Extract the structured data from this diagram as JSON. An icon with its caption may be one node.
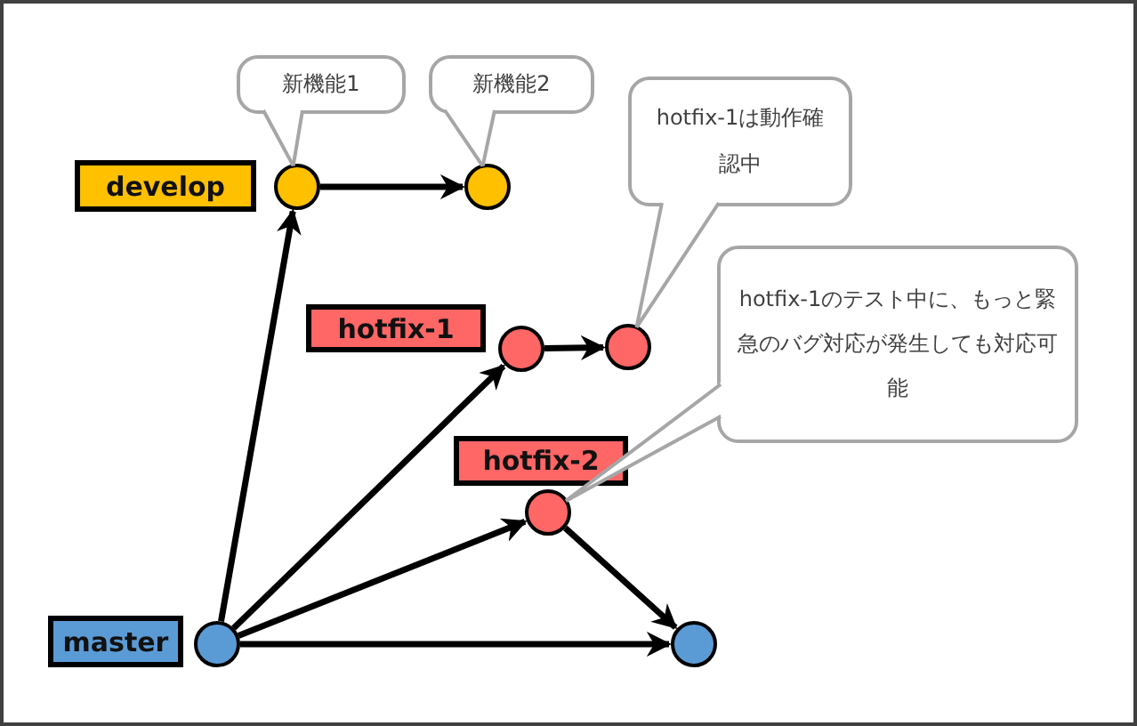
{
  "diagram": {
    "nodes": [
      {
        "text": [
          "新機能1"
        ]
      },
      {
        "text": [
          "新機能2"
        ]
      },
      {
        "text": [
          "hotfix-1は動作確認中"
        ]
      },
      {
        "text": [
          "develop"
        ]
      },
      {
        "text": [],
        "shape": "circle"
      },
      {
        "text": [],
        "shape": "circle"
      },
      {
        "text": [
          "hotfix-1のテスト中に、もっと緊急のバグ対応が発生しても対応可能"
        ]
      },
      {
        "text": [
          "hotfix-1"
        ]
      },
      {
        "text": [],
        "shape": "circle"
      },
      {
        "text": [],
        "shape": "circle"
      },
      {
        "text": [
          "hotfix-2"
        ]
      },
      {
        "text": [],
        "shape": "circle"
      },
      {
        "text": [
          "master"
        ]
      },
      {
        "text": [],
        "shape": "circle"
      },
      {
        "text": [],
        "shape": "circle"
      }
    ],
    "edges": [
      {
        "from": 13,
        "to": 4,
        "arrow": "to"
      },
      {
        "from": 4,
        "to": 5,
        "arrow": "to"
      },
      {
        "from": 13,
        "to": 8,
        "arrow": "to"
      },
      {
        "from": 8,
        "to": 9,
        "arrow": "to"
      },
      {
        "from": 13,
        "to": 11,
        "arrow": "to"
      },
      {
        "from": 11,
        "to": 14,
        "arrow": "to"
      },
      {
        "from": 13,
        "to": 14,
        "arrow": "to"
      },
      {
        "from": 0,
        "to": 4,
        "arrow": "none",
        "color": "#a6a6a6"
      },
      {
        "from": 1,
        "to": 5,
        "arrow": "none",
        "color": "#a6a6a6"
      },
      {
        "from": 2,
        "to": 9,
        "arrow": "none",
        "color": "#a6a6a6"
      },
      {
        "from": 6,
        "to": 11,
        "arrow": "none",
        "color": "#a6a6a6"
      }
    ]
  }
}
